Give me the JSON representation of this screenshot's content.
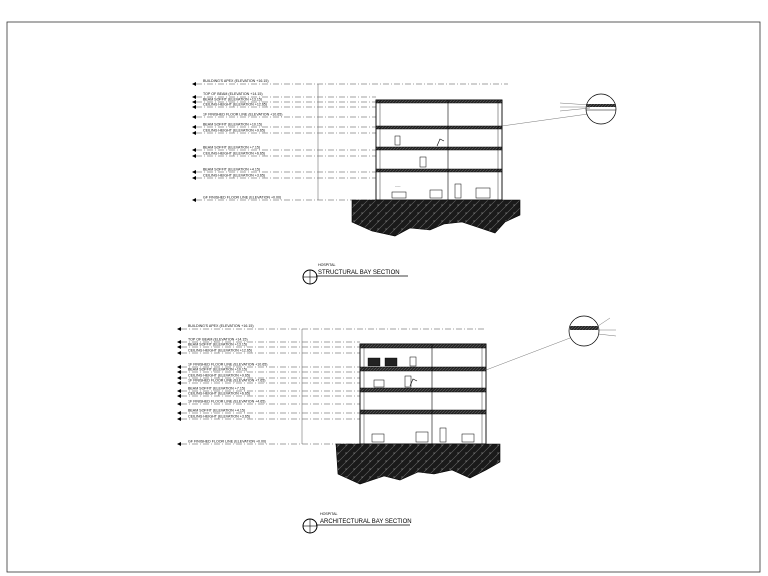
{
  "sections": [
    {
      "id": "structural",
      "project": "HOSPITAL",
      "title": "STRUCTURAL BAY SECTION",
      "levels": [
        "BUILDING'S APEX (ELEVATION +16.15)",
        "TOP OF BEAM (ELEVATION +14.15)",
        "BEAM SOFFIT (ELEVATION +13.15)",
        "CEILING HEIGHT (ELEVATION +12.65)",
        "1F FINISHED FLOOR LINE (ELEVATION +10.65)",
        "BEAM SOFFIT (ELEVATION +10.15)",
        "CEILING HEIGHT (ELEVATION +9.65)",
        "BEAM SOFFIT (ELEVATION +7.15)",
        "CEILING HEIGHT (ELEVATION +6.65)",
        "BEAM SOFFIT (ELEVATION +4.15)",
        "CEILING HEIGHT (ELEVATION +3.65)",
        "GF FINISHED FLOOR LINE (ELEVATION +0.00)"
      ]
    },
    {
      "id": "architectural",
      "project": "HOSPITAL",
      "title": "ARCHITECTURAL BAY SECTION",
      "levels": [
        "BUILDING'S APEX (ELEVATION +16.15)",
        "TOP OF BEAM (ELEVATION +14.15)",
        "BEAM SOFFIT (ELEVATION +13.15)",
        "CEILING HEIGHT (ELEVATION +12.65)",
        "1F FINISHED FLOOR LINE (ELEVATION +10.65)",
        "BEAM SOFFIT (ELEVATION +10.15)",
        "CEILING HEIGHT (ELEVATION +9.65)",
        "1F FINISHED FLOOR LINE (ELEVATION +7.65)",
        "BEAM SOFFIT (ELEVATION +7.15)",
        "CEILING HEIGHT (ELEVATION +6.65)",
        "1F FINISHED FLOOR LINE (ELEVATION +4.65)",
        "BEAM SOFFIT (ELEVATION +4.15)",
        "CEILING HEIGHT (ELEVATION +3.65)",
        "GF FINISHED FLOOR LINE (ELEVATION +0.00)"
      ]
    }
  ]
}
